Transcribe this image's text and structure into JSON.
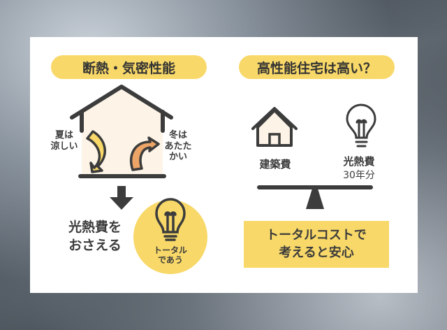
{
  "left": {
    "title": "断熱・気密性能",
    "summer": [
      "夏は",
      "涼しい"
    ],
    "winter": [
      "冬は",
      "あたた",
      "かい"
    ],
    "result": [
      "光熱費を",
      "おさえる"
    ],
    "bubble": [
      "トータル",
      "であう"
    ]
  },
  "right": {
    "title": "高性能住宅は高い？",
    "construction_label": "建築費",
    "energy_label": "光熱費",
    "energy_period": "30年分",
    "conclusion": [
      "トータルコストで",
      "考えると安心"
    ]
  },
  "colors": {
    "yellow": "#f8d868",
    "orange": "#eca566",
    "dark": "#3c3c3c",
    "cream": "#fdf4e7"
  }
}
